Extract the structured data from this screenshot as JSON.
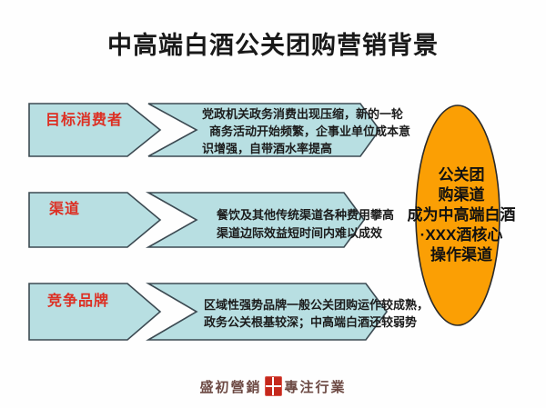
{
  "title": "中高端白酒公关团购营销背景",
  "colors": {
    "box_fill": "#b8dfe2",
    "box_border": "#3c4a52",
    "ellipse_fill": "#fb9f04",
    "ellipse_border": "#2a2a2a",
    "label_text": "#dd2f23",
    "body_text": "#1b1b1b",
    "watermark_text": "#6d4a44",
    "seal_red": "#c5281c"
  },
  "rows": [
    {
      "label": "目标消费者",
      "lines": [
        "党政机关政务消费出现压缩，新的一轮",
        "商务活动开始频繁，企事业单位成本意",
        "识增强，自带酒水率提高"
      ]
    },
    {
      "label": "渠道",
      "lines": [
        "餐饮及其他传统渠道各种费用攀高",
        "渠道边际效益短时间内难以成效"
      ]
    },
    {
      "label": "竞争品牌",
      "lines": [
        "区域性强势品牌一般公关团购运作较成熟，",
        "政务公关根基较深；中高端白酒还较弱势"
      ]
    }
  ],
  "conclusion": {
    "lines": [
      "公关团",
      "购渠道",
      "成为中高端白酒",
      "·XXX酒核心",
      "操作渠道"
    ]
  },
  "footer": {
    "left": "盛初營銷",
    "right": "專注行業"
  }
}
